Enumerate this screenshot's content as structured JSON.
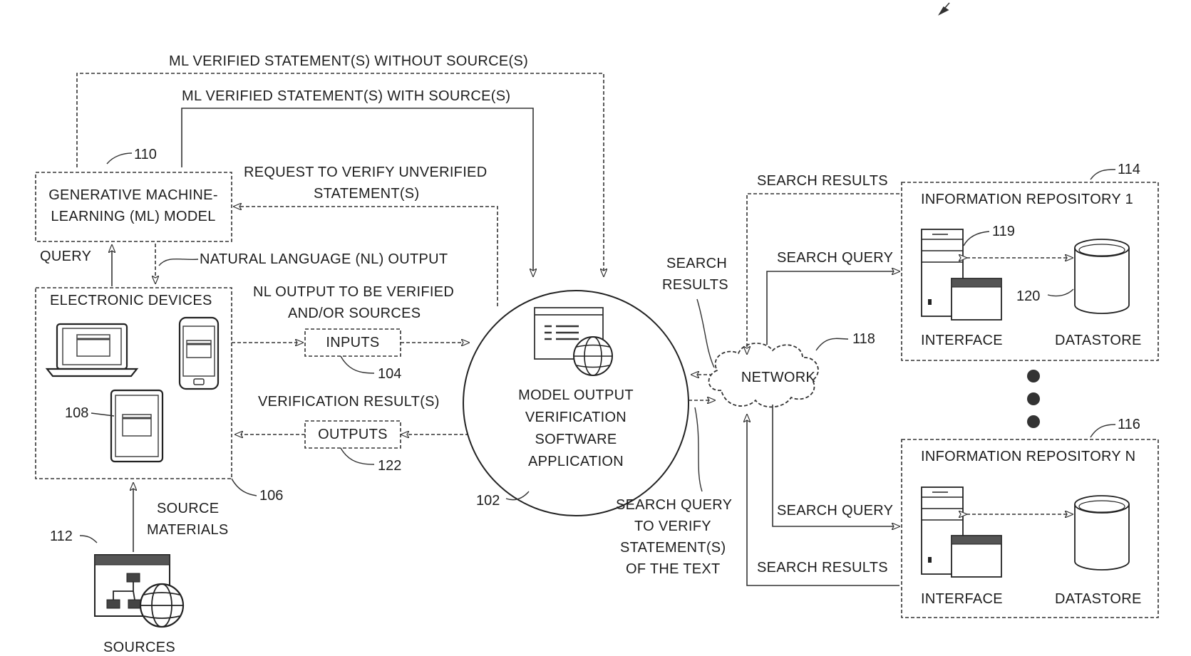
{
  "flows": {
    "ml_without_source": "ML VERIFIED STATEMENT(S) WITHOUT SOURCE(S)",
    "ml_with_source": "ML VERIFIED STATEMENT(S) WITH SOURCE(S)",
    "request_line1": "REQUEST TO VERIFY UNVERIFIED",
    "request_line2": "STATEMENT(S)",
    "query": "QUERY",
    "nl_output": "NATURAL LANGUAGE  (NL) OUTPUT",
    "nl_verify_line1": "NL OUTPUT TO BE VERIFIED",
    "nl_verify_line2": "AND/OR SOURCES",
    "verification_results": "VERIFICATION RESULT(S)",
    "source_materials_line1": "SOURCE",
    "source_materials_line2": "MATERIALS",
    "search_results_left_line1": "SEARCH",
    "search_results_left_line2": "RESULTS",
    "search_query_verify_line1": "SEARCH QUERY",
    "search_query_verify_line2": "TO VERIFY",
    "search_query_verify_line3": "STATEMENT(S)",
    "search_query_verify_line4": "OF THE TEXT",
    "search_results_top": "SEARCH RESULTS",
    "search_query_top": "SEARCH QUERY",
    "search_query_bottom": "SEARCH QUERY",
    "search_results_bottom": "SEARCH RESULTS"
  },
  "ml_model": {
    "line1": "GENERATIVE MACHINE-",
    "line2": "LEARNING (ML) MODEL",
    "ref": "110"
  },
  "devices": {
    "title": "ELECTRONIC DEVICES",
    "ref_device": "108",
    "ref_box": "106"
  },
  "inputs": {
    "label": "INPUTS",
    "ref": "104"
  },
  "outputs": {
    "label": "OUTPUTS",
    "ref": "122"
  },
  "app": {
    "line1": "MODEL OUTPUT",
    "line2": "VERIFICATION",
    "line3": "SOFTWARE",
    "line4": "APPLICATION",
    "ref": "102"
  },
  "network": {
    "label": "NETWORK",
    "ref": "118"
  },
  "sources": {
    "label": "SOURCES",
    "ref": "112"
  },
  "repo1": {
    "title": "INFORMATION REPOSITORY 1",
    "ref": "114",
    "interface": "INTERFACE",
    "datastore": "DATASTORE",
    "ref_interface": "119",
    "ref_datastore": "120"
  },
  "repoN": {
    "title": "INFORMATION REPOSITORY N",
    "ref": "116",
    "interface": "INTERFACE",
    "datastore": "DATASTORE"
  }
}
